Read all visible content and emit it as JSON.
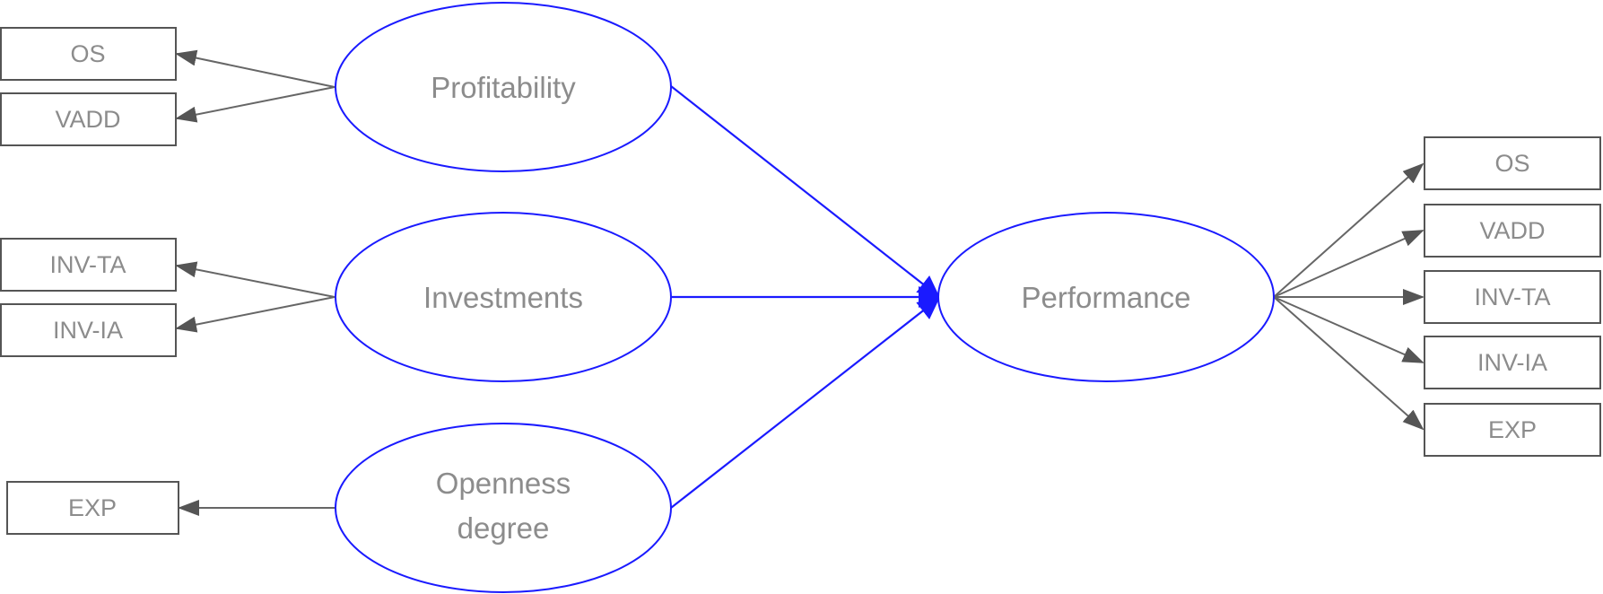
{
  "diagram": {
    "latents": {
      "profitability": "Profitability",
      "investments": "Investments",
      "openness_line1": "Openness",
      "openness_line2": "degree",
      "performance": "Performance"
    },
    "indicators_left": {
      "profitability": [
        "OS",
        "VADD"
      ],
      "investments": [
        "INV-TA",
        "INV-IA"
      ],
      "openness": [
        "EXP"
      ]
    },
    "indicators_right": {
      "performance": [
        "OS",
        "VADD",
        "INV-TA",
        "INV-IA",
        "EXP"
      ]
    },
    "colors": {
      "latent_outline": "#1a1aff",
      "structural_path": "#1a1aff",
      "measurement_path": "#666666",
      "text": "#8c8c8c"
    }
  }
}
